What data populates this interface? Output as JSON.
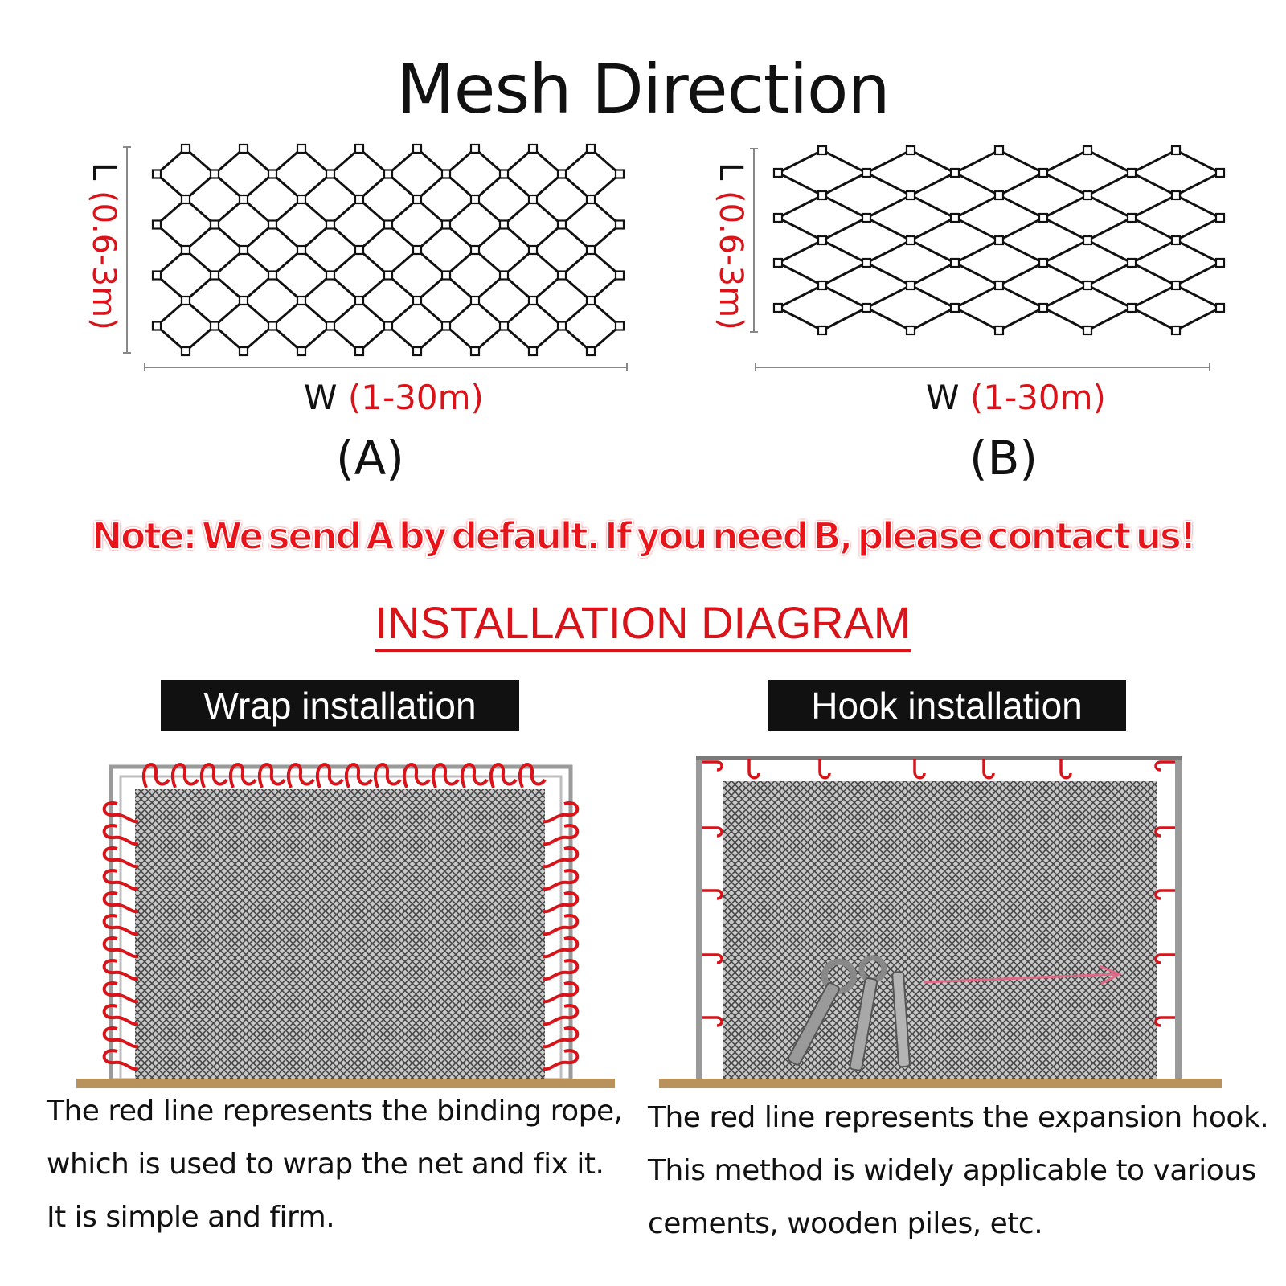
{
  "title": "Mesh Direction",
  "dimension": {
    "length_key": "L",
    "length_range": "(0.6-3m)",
    "width_key": "W",
    "width_range": "(1-30m)"
  },
  "variants": [
    "(A)",
    "(B)"
  ],
  "note": "Note: We send A by default. If you need B, please contact us!",
  "installation_heading": "INSTALLATION DIAGRAM",
  "methods": [
    {
      "label": "Wrap installation",
      "caption": [
        "The red line represents the binding rope,",
        "which is used to wrap the net and fix it.",
        "It is simple and firm."
      ]
    },
    {
      "label": "Hook installation",
      "caption": [
        "The red line represents the expansion hook.",
        "This method is widely applicable to various",
        "cements, wooden piles, etc."
      ]
    }
  ],
  "colors": {
    "accent_red": "#d8141a",
    "ground_brown": "#b9915a",
    "badge_black": "#111111"
  }
}
